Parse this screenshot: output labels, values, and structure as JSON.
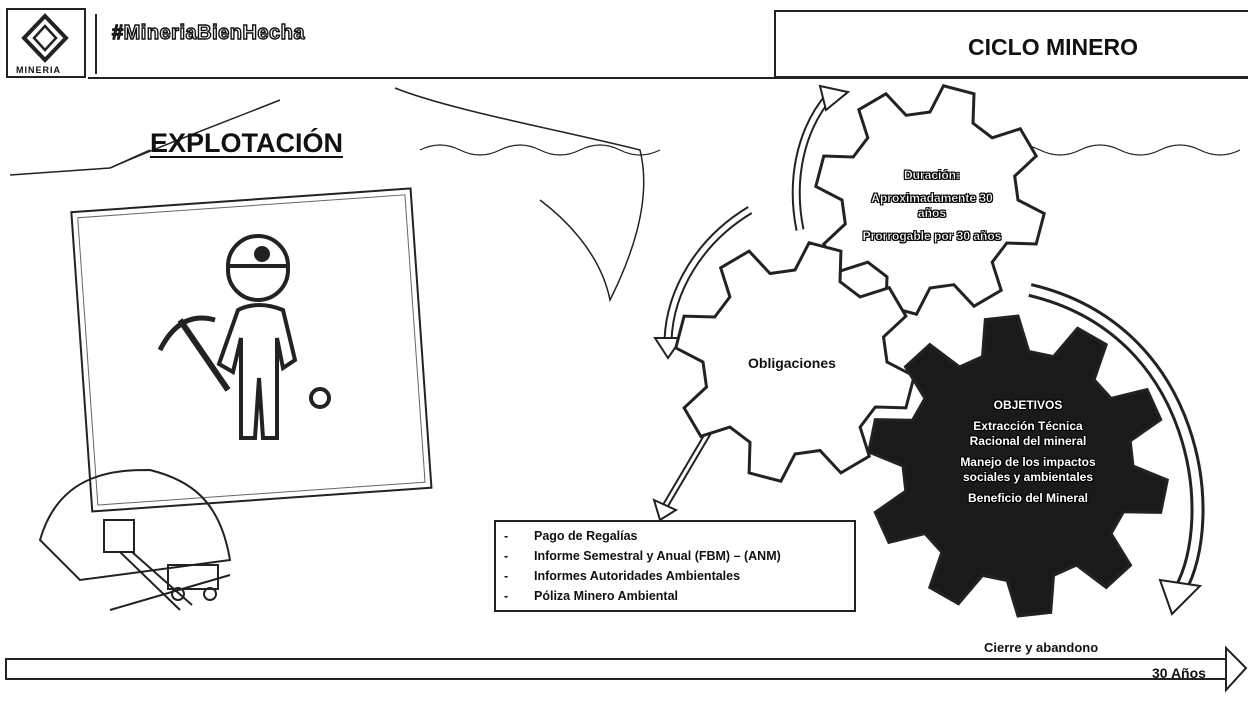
{
  "header": {
    "logo_word": "MINERIA",
    "hashtag": "#MineriaBienHecha",
    "title": "CICLO MINERO"
  },
  "section_title": "EXPLOTACIÓN",
  "duracion_gear": {
    "lines": [
      "Duración:",
      "Aproximadamente 30 años",
      "Prorrogable por 30 años"
    ]
  },
  "obligaciones_gear": {
    "label": "Obligaciones"
  },
  "obligaciones_list": [
    "Pago de Regalías",
    "Informe Semestral y Anual (FBM) – (ANM)",
    "Informes Autoridades Ambientales",
    "Póliza Minero Ambiental"
  ],
  "objetivos_gear": {
    "heading": "OBJETIVOS",
    "items": [
      "Extracción Técnica Racional del mineral",
      "Manejo de los impactos sociales y ambientales",
      "Beneficio del Mineral"
    ]
  },
  "timeline": {
    "end_label": "Cierre y abandono",
    "duration_label": "30 Años"
  },
  "colors": {
    "dark_gear": "#1a1a1a",
    "light_gear": "#ffffff",
    "stroke": "#222222"
  }
}
